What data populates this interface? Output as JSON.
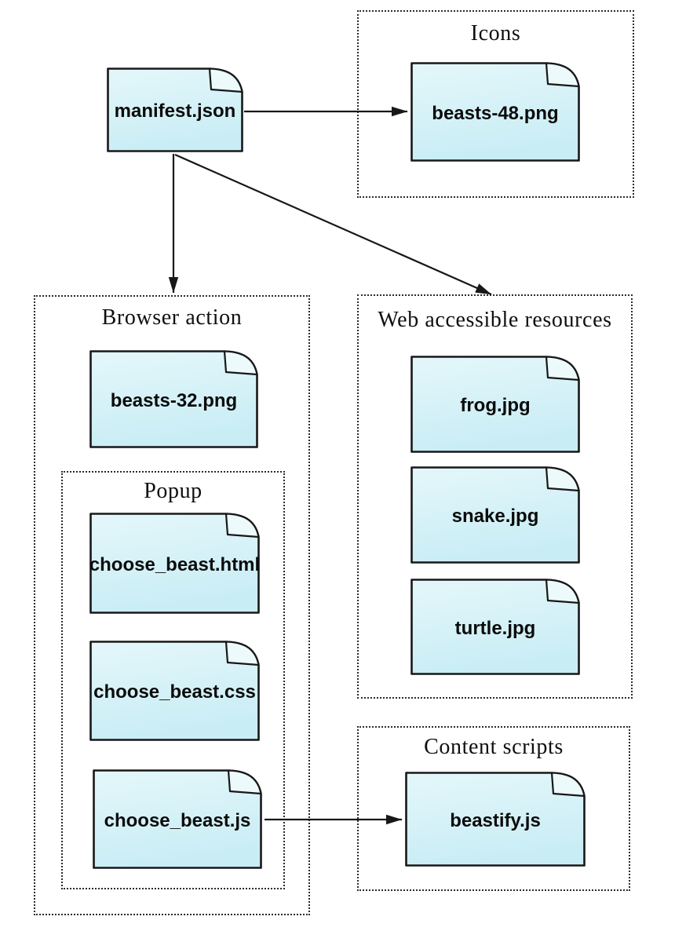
{
  "colors": {
    "background": "#ffffff",
    "stroke": "#181818",
    "dotted_border": "#2b2b2b",
    "file_fill_top": "#e4f7fa",
    "file_fill_bottom": "#c9edf5",
    "file_flap_fill": "#edfafc",
    "title_color": "#0f0f12",
    "label_color": "#0b0b0b"
  },
  "groups": {
    "icons": {
      "title": "Icons"
    },
    "browser_action": {
      "title": "Browser action"
    },
    "popup": {
      "title": "Popup"
    },
    "web_accessible_resources": {
      "title": "Web accessible resources"
    },
    "content_scripts": {
      "title": "Content scripts"
    }
  },
  "files": {
    "manifest": {
      "label": "manifest.json"
    },
    "beasts48": {
      "label": "beasts-48.png"
    },
    "beasts32": {
      "label": "beasts-32.png"
    },
    "choose_beast_html": {
      "label": "choose_beast.html"
    },
    "choose_beast_css": {
      "label": "choose_beast.css"
    },
    "choose_beast_js": {
      "label": "choose_beast.js"
    },
    "frog": {
      "label": "frog.jpg"
    },
    "snake": {
      "label": "snake.jpg"
    },
    "turtle": {
      "label": "turtle.jpg"
    },
    "beastify": {
      "label": "beastify.js"
    }
  },
  "edges": [
    {
      "from": "manifest.json",
      "to": "beasts-48.png"
    },
    {
      "from": "manifest.json",
      "to": "Browser action"
    },
    {
      "from": "manifest.json",
      "to": "Web accessible resources"
    },
    {
      "from": "choose_beast.js",
      "to": "beastify.js"
    }
  ]
}
